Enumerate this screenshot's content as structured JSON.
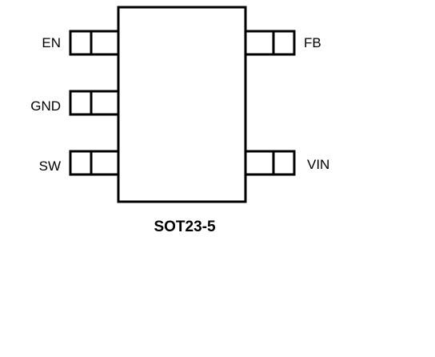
{
  "package": {
    "name": "SOT23-5"
  },
  "pins": {
    "en": "EN",
    "gnd": "GND",
    "sw": "SW",
    "fb": "FB",
    "vin": "VIN"
  },
  "colors": {
    "outline": "#000000",
    "background": "#ffffff"
  }
}
